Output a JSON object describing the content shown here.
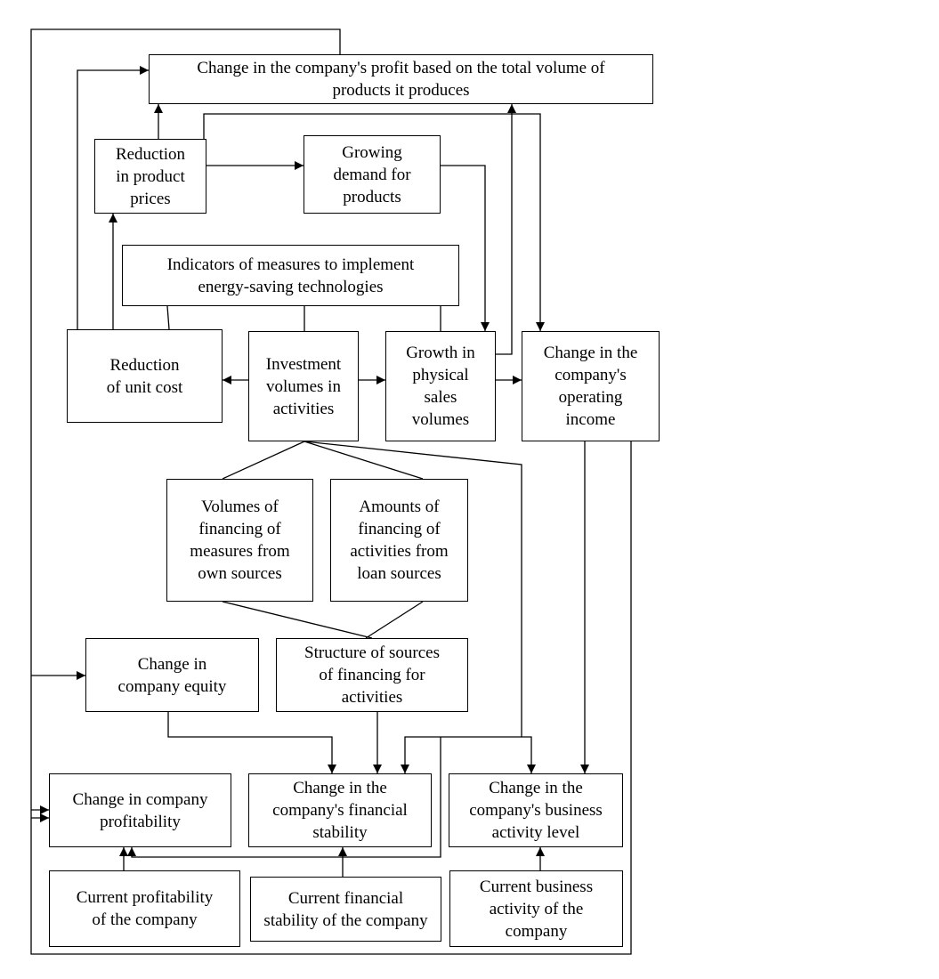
{
  "nodes": {
    "profit_total_volume": "Change in the company's profit based on the total volume of\nproducts it produces",
    "reduction_prices": "Reduction\nin product\nprices",
    "growing_demand": "Growing\ndemand for\nproducts",
    "indicators_measures": "Indicators of measures to implement\nenergy-saving technologies",
    "reduction_unit_cost": "Reduction\nof unit cost",
    "investment_volumes": "Investment\nvolumes in\nactivities",
    "growth_sales": "Growth in\nphysical\nsales\nvolumes",
    "operating_income": "Change in the\ncompany's\noperating\nincome",
    "own_sources": "Volumes of\nfinancing of\nmeasures from\nown sources",
    "loan_sources": "Amounts of\nfinancing of\nactivities from\nloan sources",
    "company_equity": "Change in\ncompany equity",
    "structure_sources": "Structure of sources\nof financing for\nactivities",
    "profitability": "Change in company\nprofitability",
    "financial_stability": "Change in the\ncompany's financial\nstability",
    "business_activity": "Change in the\ncompany's business\nactivity level",
    "current_profitability": "Current profitability\nof the company",
    "current_financial_stability": "Current financial\nstability of the company",
    "current_business_activity": "Current business\nactivity of the\ncompany"
  }
}
